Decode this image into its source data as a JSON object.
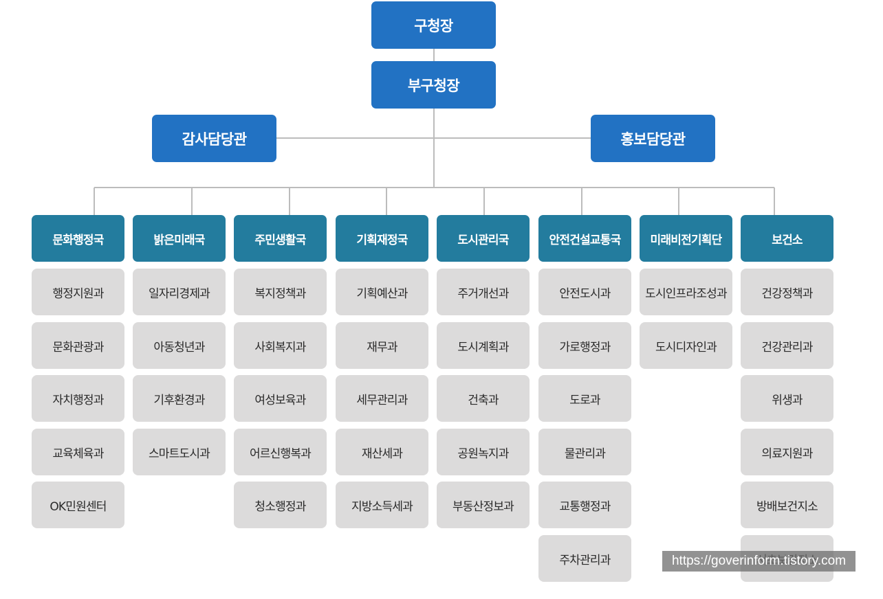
{
  "top": {
    "mayor": "구청장",
    "deputy": "부구청장",
    "audit": "감사담당관",
    "pr": "홍보담당관"
  },
  "columns": [
    {
      "head": "문화행정국",
      "items": [
        "행정지원과",
        "문화관광과",
        "자치행정과",
        "교육체육과",
        "OK민원센터"
      ]
    },
    {
      "head": "밝은미래국",
      "items": [
        "일자리경제과",
        "아동청년과",
        "기후환경과",
        "스마트도시과"
      ]
    },
    {
      "head": "주민생활국",
      "items": [
        "복지정책과",
        "사회복지과",
        "여성보육과",
        "어르신행복과",
        "청소행정과"
      ]
    },
    {
      "head": "기획재정국",
      "items": [
        "기획예산과",
        "재무과",
        "세무관리과",
        "재산세과",
        "지방소득세과"
      ]
    },
    {
      "head": "도시관리국",
      "items": [
        "주거개선과",
        "도시계획과",
        "건축과",
        "공원녹지과",
        "부동산정보과"
      ]
    },
    {
      "head": "안전건설교통국",
      "items": [
        "안전도시과",
        "가로행정과",
        "도로과",
        "물관리과",
        "교통행정과",
        "주차관리과"
      ]
    },
    {
      "head": "미래비전기획단",
      "items": [
        "도시인프라조성과",
        "도시디자인과"
      ]
    },
    {
      "head": "보건소",
      "items": [
        "건강정책과",
        "건강관리과",
        "위생과",
        "의료지원과",
        "방배보건지소",
        "서초보건지소"
      ]
    }
  ],
  "watermark": "https://goverinform.tistory.com",
  "colors": {
    "top_box": "#2272c3",
    "head_box": "#237c9e",
    "cell_box": "#dcdbdb",
    "connector": "#bcbcbc"
  }
}
